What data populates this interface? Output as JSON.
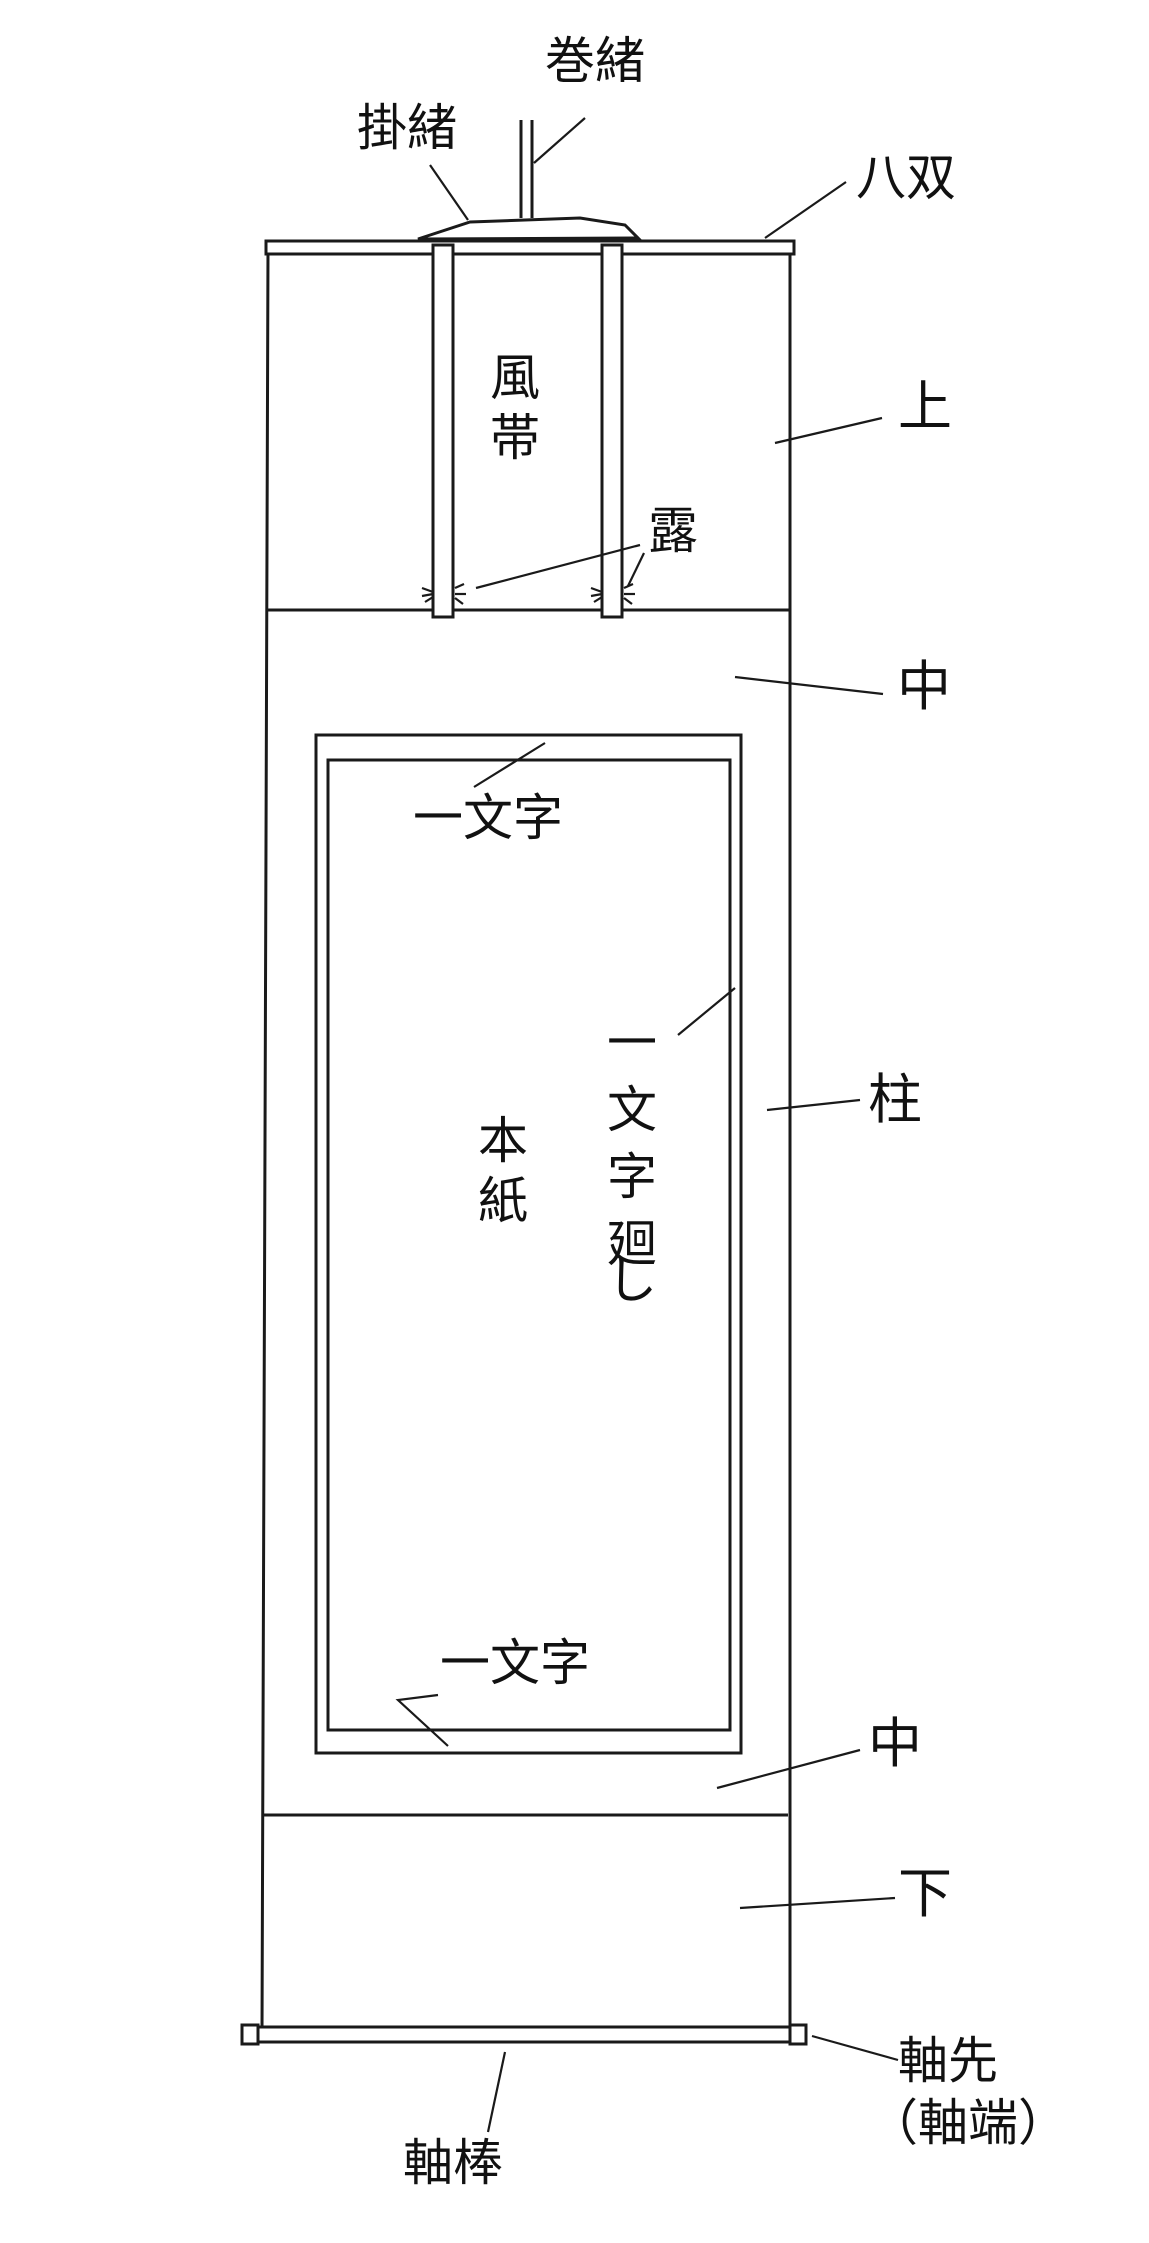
{
  "labels": {
    "makio": "巻緒",
    "kakeo": "掛緒",
    "hassou": "八双",
    "fuutai_1": "風",
    "fuutai_2": "帯",
    "ue": "上",
    "tsuyu": "露",
    "naka_top": "中",
    "ichimonji_top": "一文字",
    "ichimonji_mawashi_1": "一",
    "ichimonji_mawashi_2": "文",
    "ichimonji_mawashi_3": "字",
    "ichimonji_mawashi_4": "廻",
    "ichimonji_mawashi_5": "し",
    "hashira": "柱",
    "honshi_1": "本",
    "honshi_2": "紙",
    "ichimonji_bottom": "一文字",
    "naka_bottom": "中",
    "shita": "下",
    "jikusaki": "軸先",
    "jikutan": "（軸端）",
    "jikubou": "軸棒"
  }
}
